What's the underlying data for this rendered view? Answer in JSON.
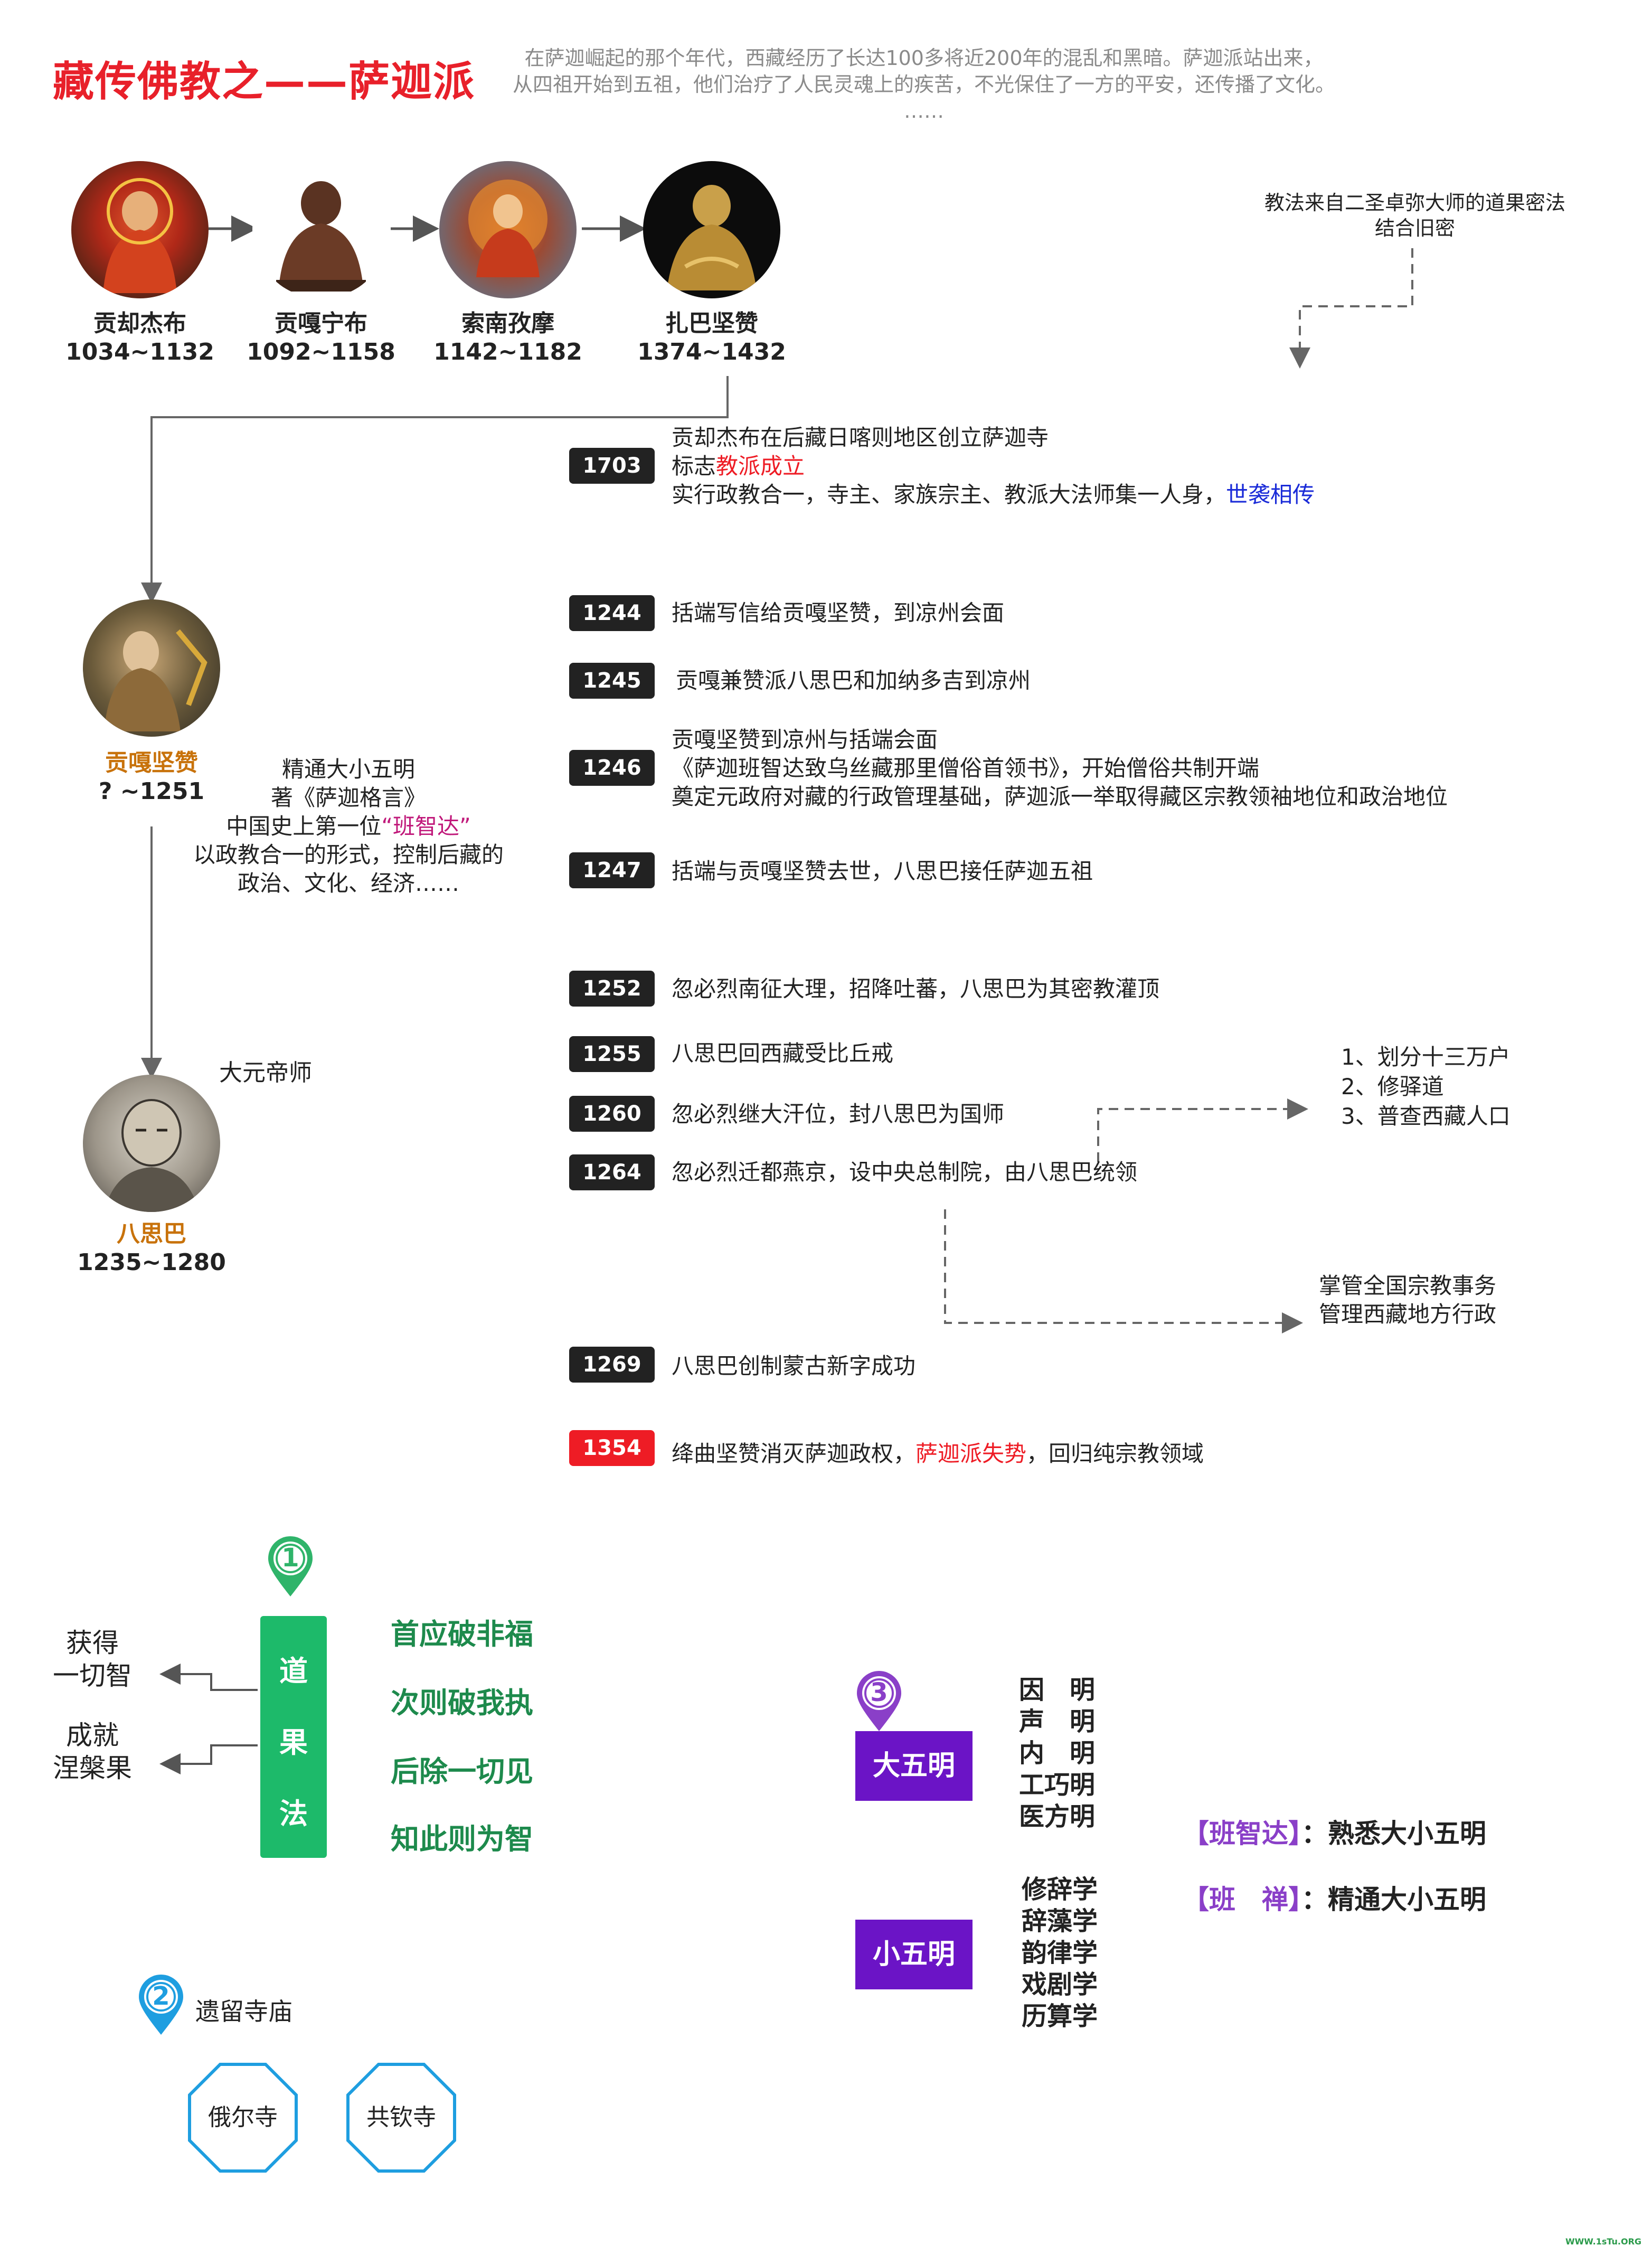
{
  "title": "藏传佛教之——萨迦派",
  "intro": {
    "line1": "在萨迦崛起的那个年代，西藏经历了长达100多将近200年的混乱和黑暗。萨迦派站出来，",
    "line2": "从四祖开始到五祖，他们治疗了人民灵魂上的疾苦，不光保住了一方的平安，还传播了文化。",
    "line3": "……"
  },
  "masters": [
    {
      "name": "贡却杰布",
      "years": "1034~1132"
    },
    {
      "name": "贡嘎宁布",
      "years": "1092~1158"
    },
    {
      "name": "索南孜摩",
      "years": "1142~1182"
    },
    {
      "name": "扎巴坚赞",
      "years": "1374~1432"
    }
  ],
  "dharma_note": {
    "line1": "教法来自二圣卓弥大师的道果密法",
    "line2": "结合旧密"
  },
  "sakya_pandita": {
    "name": "贡嘎坚赞",
    "years": "? ~1251",
    "desc1": "精通大小五明",
    "desc2": "著《萨迦格言》",
    "desc3_pre": "中国史上第一位",
    "desc3_hl": "“班智达”",
    "desc4": "以政教合一的形式，控制后藏的",
    "desc5": "政治、文化、经济……"
  },
  "phagpa": {
    "name": "八思巴",
    "years": "1235~1280",
    "title": "大元帝师"
  },
  "timeline": [
    {
      "year": "1703",
      "l1": "贡却杰布在后藏日喀则地区创立萨迦寺",
      "l2_pre": "标志",
      "l2_hl": "教派成立",
      "l3_pre": "实行政教合一，寺主、家族宗主、教派大法师集一人身，",
      "l3_hl": "世袭相传"
    },
    {
      "year": "1244",
      "text": "括端写信给贡嘎坚赞，到凉州会面"
    },
    {
      "year": "1245",
      "text": "贡嘎兼赞派八思巴和加纳多吉到凉州"
    },
    {
      "year": "1246",
      "l1": "贡嘎坚赞到凉州与括端会面",
      "l2": "《萨迦班智达致乌丝藏那里僧俗首领书》，开始僧俗共制开端",
      "l3": "奠定元政府对藏的行政管理基础，萨迦派一举取得藏区宗教领袖地位和政治地位"
    },
    {
      "year": "1247",
      "text": "括端与贡嘎坚赞去世，八思巴接任萨迦五祖"
    },
    {
      "year": "1252",
      "text": "忽必烈南征大理，招降吐蕃，八思巴为其密教灌顶"
    },
    {
      "year": "1255",
      "text": "八思巴回西藏受比丘戒"
    },
    {
      "year": "1260",
      "text": "忽必烈继大汗位，封八思巴为国师"
    },
    {
      "year": "1264",
      "text": "忽必烈迁都燕京，设中央总制院，由八思巴统领"
    },
    {
      "year": "1269",
      "text": "八思巴创制蒙古新字成功"
    },
    {
      "year": "1354",
      "pre": "绛曲坚赞消灭萨迦政权，",
      "hl": "萨迦派失势",
      "post": "，回归纯宗教领域"
    }
  ],
  "measures": [
    "1、划分十三万户",
    "2、修驿道",
    "3、普查西藏人口"
  ],
  "duties": [
    "掌管全国宗教事务",
    "管理西藏地方行政"
  ],
  "daoguo": {
    "badge": "1",
    "chars": [
      "道",
      "果",
      "法"
    ],
    "left1": [
      "获得",
      "一切智"
    ],
    "left2": [
      "成就",
      "涅槃果"
    ],
    "items": [
      "首应破非福",
      "次则破我执",
      "后除一切见",
      "知此则为智"
    ]
  },
  "temples": {
    "badge": "2",
    "label": "遗留寺庙",
    "names": [
      "俄尔寺",
      "共钦寺"
    ]
  },
  "wuming": {
    "badge": "3",
    "major_label": "大五明",
    "major": [
      "因　明",
      "声　明",
      "内　明",
      "工巧明",
      "医方明"
    ],
    "minor_label": "小五明",
    "minor": [
      "修辞学",
      "辞藻学",
      "韵律学",
      "戏剧学",
      "历算学"
    ]
  },
  "titles": [
    {
      "tag": "【班智达】",
      "desc": "：熟悉大小五明"
    },
    {
      "tag": "【班　禅】",
      "desc": "：精通大小五明"
    }
  ],
  "watermark": "WWW.1sTu.ORG",
  "colors": {
    "red": "#ee1c25",
    "green": "#1dba6a",
    "purple": "#6b14c6",
    "blue": "#1a2bd8",
    "magenta": "#c0187a",
    "orange": "#c8720a"
  }
}
